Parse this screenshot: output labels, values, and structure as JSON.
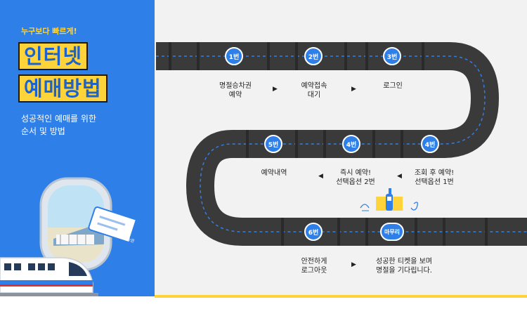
{
  "header": {
    "tagline": "누구보다 빠르게!",
    "title_line1": "인터넷",
    "title_line2": "예매방법",
    "subtitle": "성공적인 예매를 위한\n순서 및 방법"
  },
  "illustration": {
    "ticket_label": "탑승권"
  },
  "steps": [
    {
      "badge": "1번",
      "label": "명절승차권\n예약"
    },
    {
      "badge": "2번",
      "label": "예약접속\n대기"
    },
    {
      "badge": "3번",
      "label": "로그인"
    },
    {
      "badge": "4번",
      "label": "조회 후 예약!\n선택옵션 1번"
    },
    {
      "badge": "4번",
      "label": "즉시 예약!\n선택옵션 2번"
    },
    {
      "badge": "5번",
      "label": "예약내역"
    },
    {
      "badge": "6번",
      "label": "안전하게\n로그아웃"
    },
    {
      "badge": "마무리",
      "label": "성공한 티켓을 보며\n명절을 기다립니다."
    }
  ],
  "colors": {
    "accent_blue": "#2f7fe8",
    "accent_yellow": "#ffd43b",
    "road": "#3a3a3a"
  }
}
